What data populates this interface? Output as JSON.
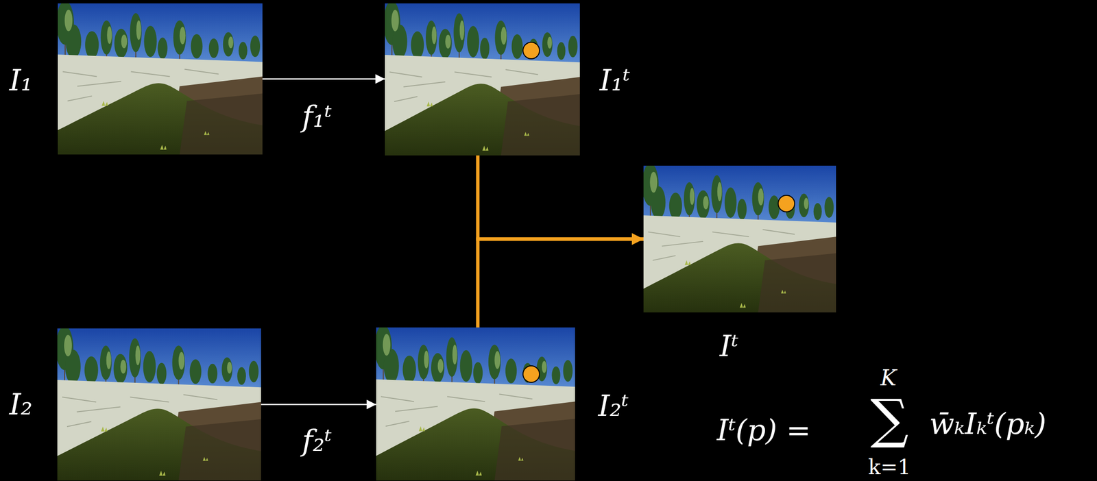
{
  "diagram": {
    "nodes": [
      {
        "text": [
          "I₁"
        ]
      },
      {
        "text": [
          "I₁ᵗ"
        ]
      },
      {
        "text": [
          "Iᵗ"
        ]
      },
      {
        "text": [
          "I₂"
        ]
      },
      {
        "text": [
          "I₂ᵗ"
        ]
      }
    ],
    "edges": [
      {
        "from": 0,
        "to": 1,
        "arrow": "to",
        "label": "f₁ᵗ"
      },
      {
        "from": 3,
        "to": 4,
        "arrow": "to",
        "label": "f₂ᵗ"
      },
      {
        "from": 1,
        "to": 2,
        "arrow": "to"
      },
      {
        "from": 4,
        "to": 2,
        "arrow": "to"
      }
    ],
    "labels": [
      "K",
      "Iᵗ(p) =",
      "∑",
      "w̄ₖIₖᵗ(pₖ)",
      "k=1"
    ]
  }
}
